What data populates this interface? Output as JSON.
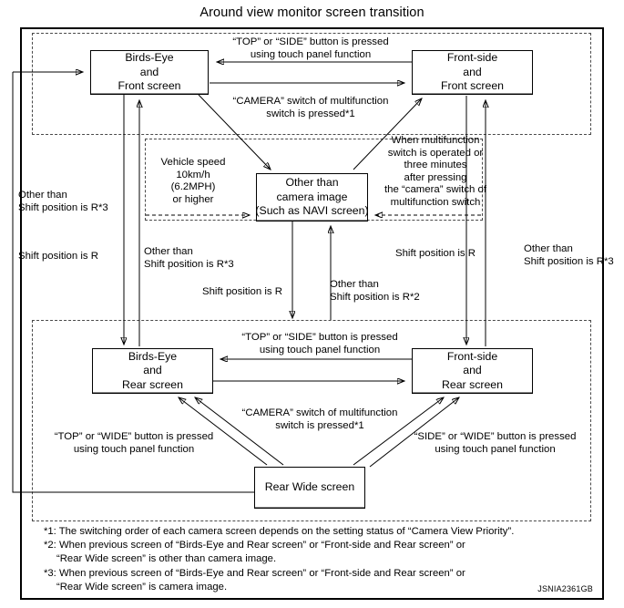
{
  "title": "Around view monitor screen transition",
  "figure_id": "JSNIA2361GB",
  "nodes": {
    "birds_eye_front": {
      "line1": "Birds-Eye",
      "line2": "and",
      "line3": "Front screen"
    },
    "front_side_front": {
      "line1": "Front-side",
      "line2": "and",
      "line3": "Front screen"
    },
    "other_camera_image": {
      "line1": "Other than",
      "line2": "camera image",
      "line3": "(Such as NAVI screen)"
    },
    "birds_eye_rear": {
      "line1": "Birds-Eye",
      "line2": "and",
      "line3": "Rear screen"
    },
    "front_side_rear": {
      "line1": "Front-side",
      "line2": "and",
      "line3": "Rear screen"
    },
    "rear_wide": {
      "line1": "Rear Wide screen"
    }
  },
  "labels": {
    "top_side_button_front_l1": "“TOP” or “SIDE” button is pressed",
    "top_side_button_front_l2": "using touch panel function",
    "camera_switch_front_l1": "“CAMERA” switch of multifunction",
    "camera_switch_front_l2": "switch is pressed*1",
    "vehicle_speed_l1": "Vehicle speed",
    "vehicle_speed_l2": "10km/h",
    "vehicle_speed_l3": "(6.2MPH)",
    "vehicle_speed_l4": "or higher",
    "multifunction_l1": "When multifunction",
    "multifunction_l2": "switch is operated or",
    "multifunction_l3": "three minutes",
    "multifunction_l4": "after pressing",
    "multifunction_l5": "the “camera” switch of",
    "multifunction_l6": "multifunction switch",
    "other_than_left_l1": "Other than",
    "other_than_left_l2": "Shift position is R*3",
    "shift_position_r_left": "Shift position is R",
    "other_than_mid_l1": "Other than",
    "other_than_mid_l2": "Shift position is R*3",
    "shift_position_r_mid": "Shift position is R",
    "other_than_center_l1": "Other than",
    "other_than_center_l2": "Shift position is R*2",
    "shift_position_r_right": "Shift position is R",
    "other_than_right_l1": "Other than",
    "other_than_right_l2": "Shift position is R*3",
    "top_side_button_rear_l1": "“TOP” or “SIDE” button is pressed",
    "top_side_button_rear_l2": "using touch panel function",
    "camera_switch_rear_l1": "“CAMERA” switch of multifunction",
    "camera_switch_rear_l2": "switch is pressed*1",
    "top_wide_button_l1": "“TOP” or “WIDE” button is pressed",
    "top_wide_button_l2": "using touch panel function",
    "side_wide_button_l1": "“SIDE” or “WIDE” button is pressed",
    "side_wide_button_l2": "using touch panel function"
  },
  "notes": {
    "note1": "*1: The switching order of each camera screen depends on the setting status of “Camera View Priority”.",
    "note2_l1": "*2: When previous screen of “Birds-Eye and Rear screen” or “Front-side and Rear screen” or",
    "note2_l2": "“Rear Wide screen” is other than camera image.",
    "note3_l1": "*3: When previous screen of “Birds-Eye and Rear screen” or “Front-side and Rear screen” or",
    "note3_l2": "“Rear Wide screen” is camera image."
  }
}
